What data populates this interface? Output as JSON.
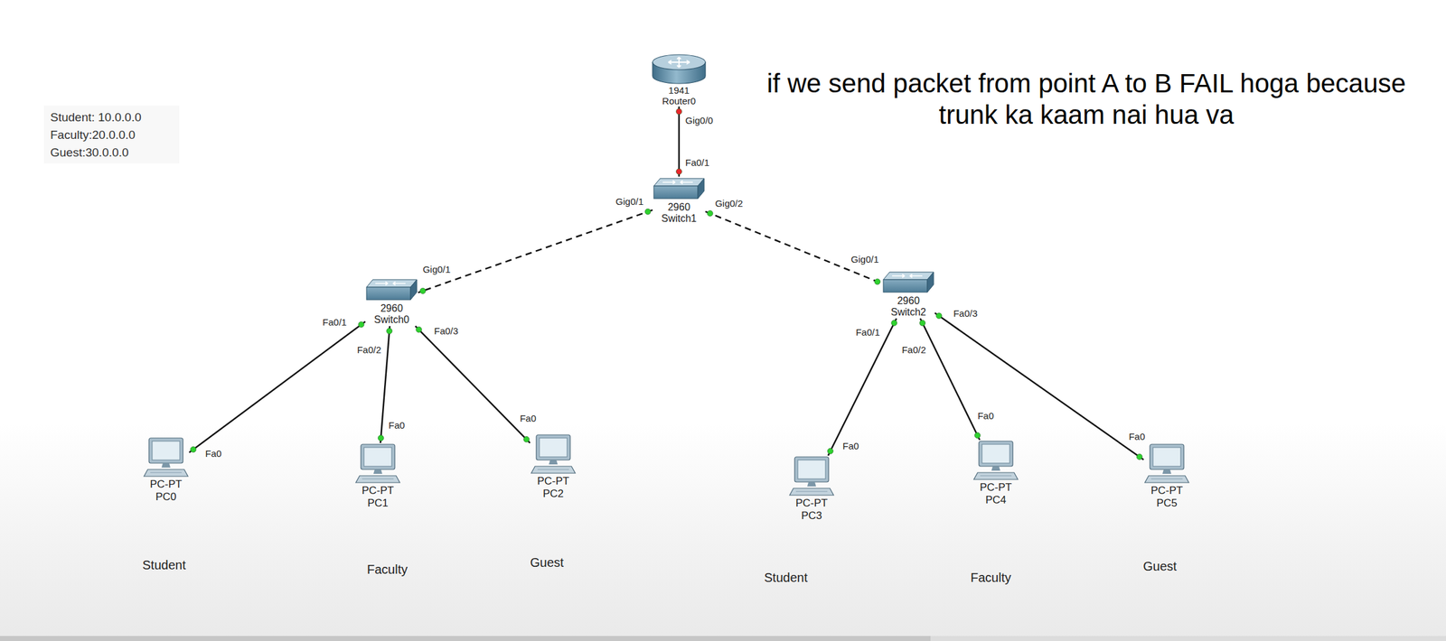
{
  "diagram": {
    "nodes": [
      {
        "text": [
          "1941",
          "Router0"
        ]
      },
      {
        "text": [
          "2960",
          "Switch1"
        ]
      },
      {
        "text": [
          "2960",
          "Switch0"
        ]
      },
      {
        "text": [
          "2960",
          "Switch2"
        ]
      },
      {
        "text": [
          "PC-PT",
          "PC0"
        ]
      },
      {
        "text": [
          "PC-PT",
          "PC1"
        ]
      },
      {
        "text": [
          "PC-PT",
          "PC2"
        ]
      },
      {
        "text": [
          "PC-PT",
          "PC3"
        ]
      },
      {
        "text": [
          "PC-PT",
          "PC4"
        ]
      },
      {
        "text": [
          "PC-PT",
          "PC5"
        ]
      }
    ],
    "edges": [
      {
        "from": 0,
        "to": 1,
        "arrow": "none"
      },
      {
        "from": 1,
        "to": 2,
        "arrow": "none"
      },
      {
        "from": 1,
        "to": 3,
        "arrow": "none"
      },
      {
        "from": 2,
        "to": 4,
        "arrow": "none"
      },
      {
        "from": 2,
        "to": 5,
        "arrow": "none"
      },
      {
        "from": 2,
        "to": 6,
        "arrow": "none"
      },
      {
        "from": 3,
        "to": 7,
        "arrow": "none"
      },
      {
        "from": 3,
        "to": 8,
        "arrow": "none"
      },
      {
        "from": 3,
        "to": 9,
        "arrow": "none"
      }
    ],
    "labels": [
      "Student: 10.0.0.0",
      "Faculty:20.0.0.0",
      "Guest:30.0.0.0",
      "if we send packet from point A to B FAIL hoga because trunk ka kaam nai hua va",
      "Gig0/0",
      "Fa0/1",
      "Gig0/1",
      "Gig0/1",
      "Gig0/2",
      "Gig0/1",
      "Fa0/1",
      "Fa0",
      "Fa0/2",
      "Fa0",
      "Fa0/3",
      "Fa0",
      "Fa0/1",
      "Fa0",
      "Fa0/2",
      "Fa0",
      "Fa0/3",
      "Fa0",
      "Student",
      "Faculty",
      "Guest",
      "Student",
      "Faculty",
      "Guest"
    ]
  }
}
